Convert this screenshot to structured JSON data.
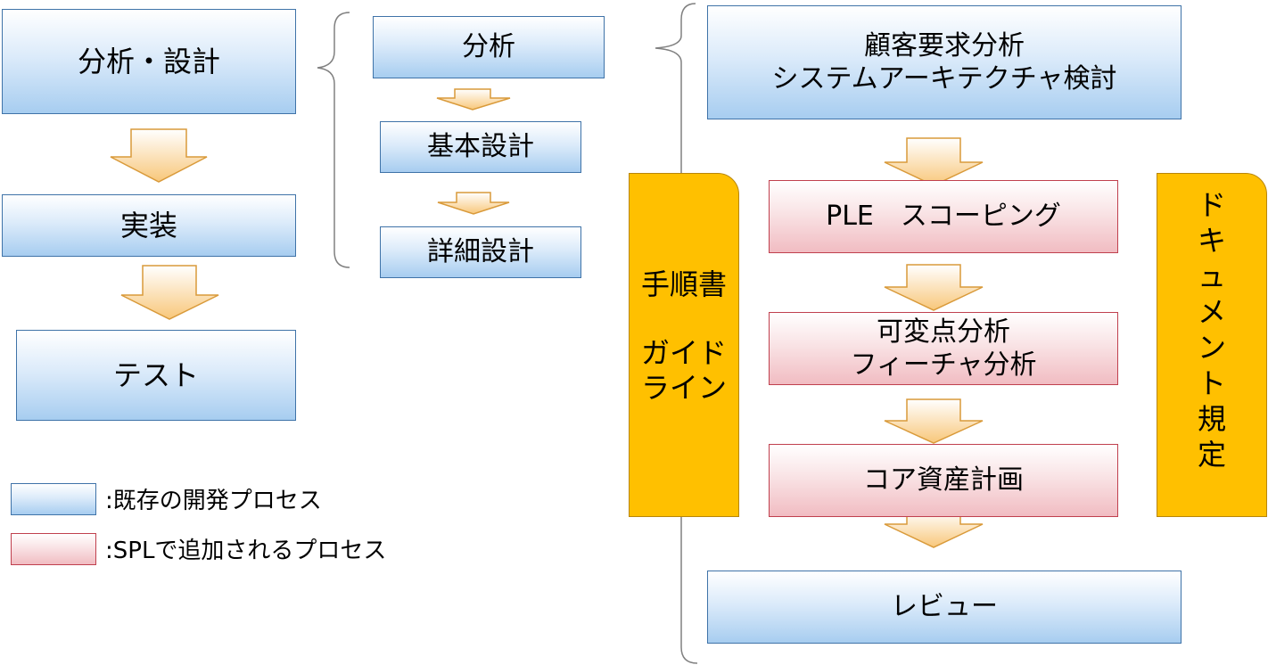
{
  "existing_process": {
    "analysis_design": "分析・設計",
    "implementation": "実装",
    "test": "テスト"
  },
  "breakdown": {
    "analysis": "分析",
    "basic_design": "基本設計",
    "detailed_design": "詳細設計"
  },
  "spl_flow": {
    "customer_analysis": [
      "顧客要求分析",
      "システムアーキテクチャ検討"
    ],
    "ple_scoping": "PLE　スコーピング",
    "variability_analysis": [
      "可変点分析",
      "フィーチャ分析"
    ],
    "core_asset_planning": "コア資産計画",
    "review": "レビュー"
  },
  "guideline_panel": {
    "line1": "手順書",
    "line2": [
      "ガイド",
      "ライン"
    ]
  },
  "document_panel": {
    "chars": [
      "ド",
      "キ",
      "ュ",
      "メ",
      "ン",
      "ト",
      "規",
      "定"
    ]
  },
  "legend": {
    "existing": ":既存の開発プロセス",
    "spl_added": ":SPLで追加されるプロセス"
  },
  "colors": {
    "existing_border": "#3f73a8",
    "existing_fill": "#a7cdf0",
    "spl_border": "#c0404e",
    "spl_fill": "#f1bcc2",
    "panel_fill": "#ffc000",
    "arrow_fill": "#fbd58e",
    "arrow_stroke": "#d99a3a"
  }
}
